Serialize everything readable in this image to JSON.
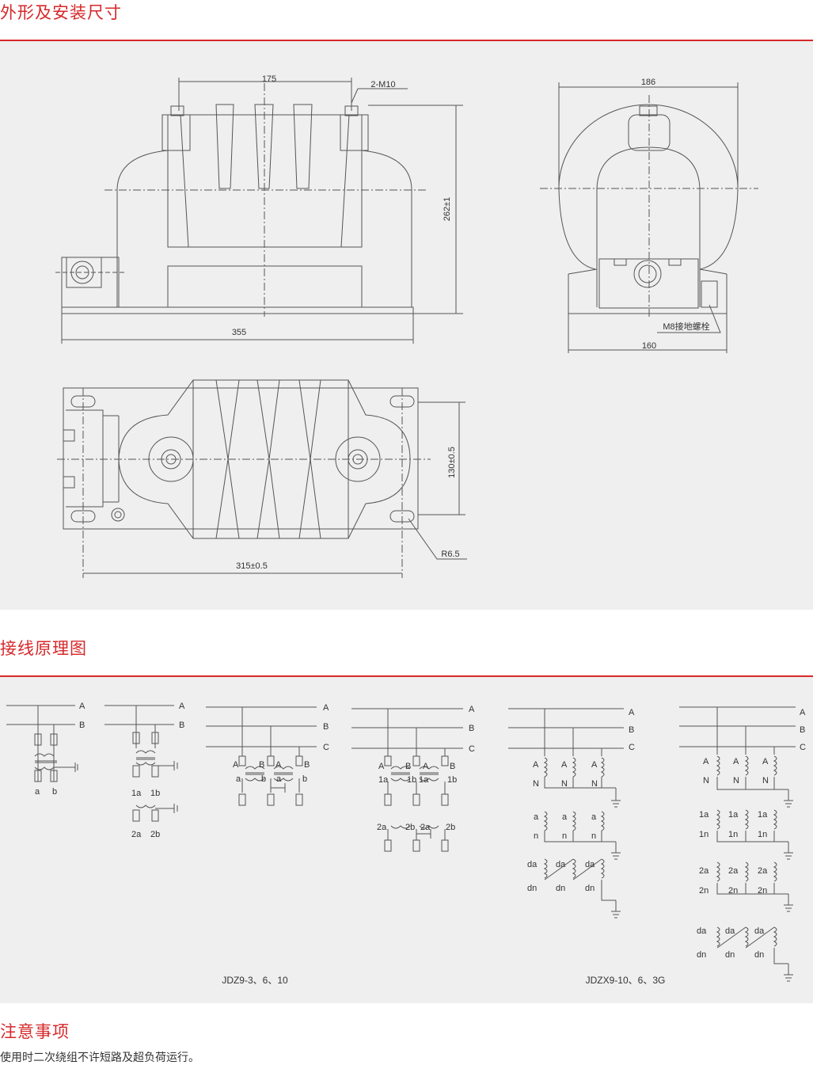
{
  "sections": {
    "dimensions_title": "外形及安装尺寸",
    "wiring_title": "接线原理图",
    "notes_title": "注意事项"
  },
  "dimensions": {
    "top_width": "175",
    "bolt_spec": "2-M10",
    "height": "262±1",
    "base_length": "355",
    "side_width": "186",
    "ground_bolt": "M8接地螺栓",
    "side_base": "160",
    "plan_width": "130±0.5",
    "mount_spacing": "315±0.5",
    "corner_radius": "R6.5"
  },
  "wiring": {
    "model_left": "JDZ9-3、6、10",
    "model_right": "JDZX9-10、6、3G",
    "labels": {
      "A": "A",
      "B": "B",
      "C": "C",
      "N": "N",
      "a": "a",
      "b": "b",
      "n": "n",
      "1a": "1a",
      "1b": "1b",
      "2a": "2a",
      "2b": "2b",
      "1n": "1n",
      "2n": "2n",
      "da": "da",
      "dn": "dn"
    }
  },
  "notes": {
    "text": "使用时二次绕组不许短路及超负荷运行。"
  }
}
